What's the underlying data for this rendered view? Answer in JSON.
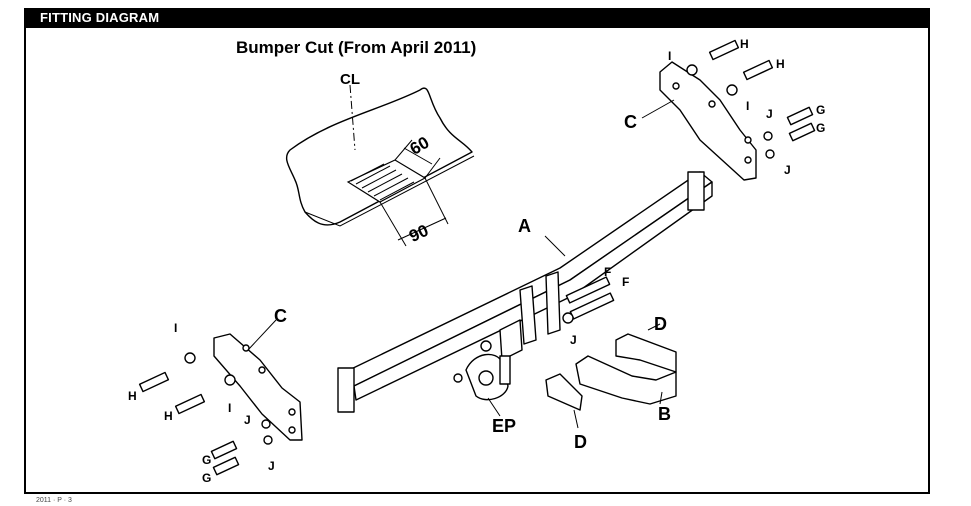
{
  "header": {
    "title": "FITTING DIAGRAM"
  },
  "bumper_cut": {
    "title": "Bumper Cut (From April 2011)",
    "centerline_label": "CL",
    "dim_width": "60",
    "dim_length": "90"
  },
  "labels": {
    "A": "A",
    "B": "B",
    "C": "C",
    "D": "D",
    "EP": "EP",
    "F": "F",
    "G": "G",
    "H": "H",
    "I": "I",
    "J": "J"
  },
  "footer": {
    "text": "2011 · P · 3"
  }
}
